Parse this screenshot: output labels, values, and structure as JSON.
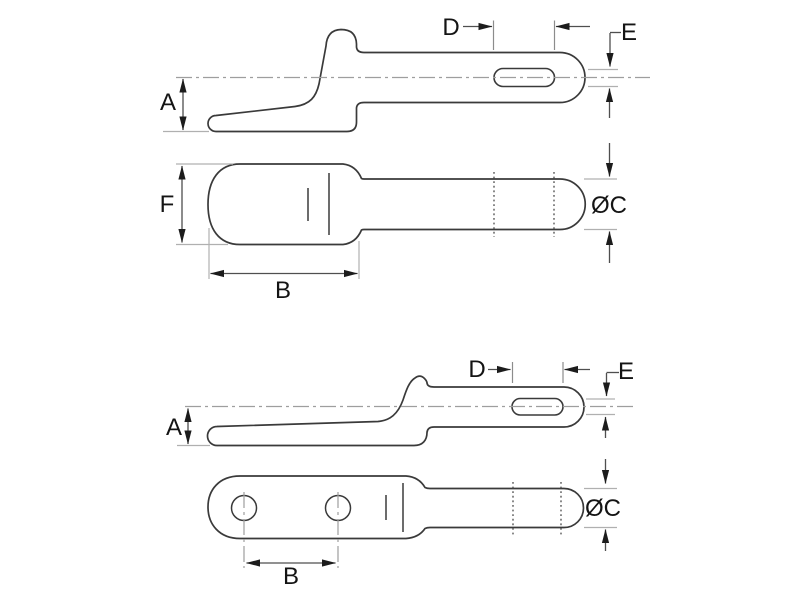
{
  "colors": {
    "background": "#ffffff",
    "outline": "#3a3a3a",
    "dimension_lines": "#4f4f4f",
    "extension_lines": "#b0b0b0",
    "label_text": "#141414"
  },
  "drawing_top": {
    "side_view": {
      "labels": {
        "A": "A",
        "D": "D",
        "E": "E"
      }
    },
    "plan_view": {
      "labels": {
        "F": "F",
        "B": "B",
        "diameter": "ØC"
      }
    }
  },
  "drawing_bottom": {
    "side_view": {
      "labels": {
        "A": "A",
        "D": "D",
        "E": "E"
      }
    },
    "plan_view": {
      "labels": {
        "B": "B",
        "diameter": "ØC"
      }
    }
  }
}
